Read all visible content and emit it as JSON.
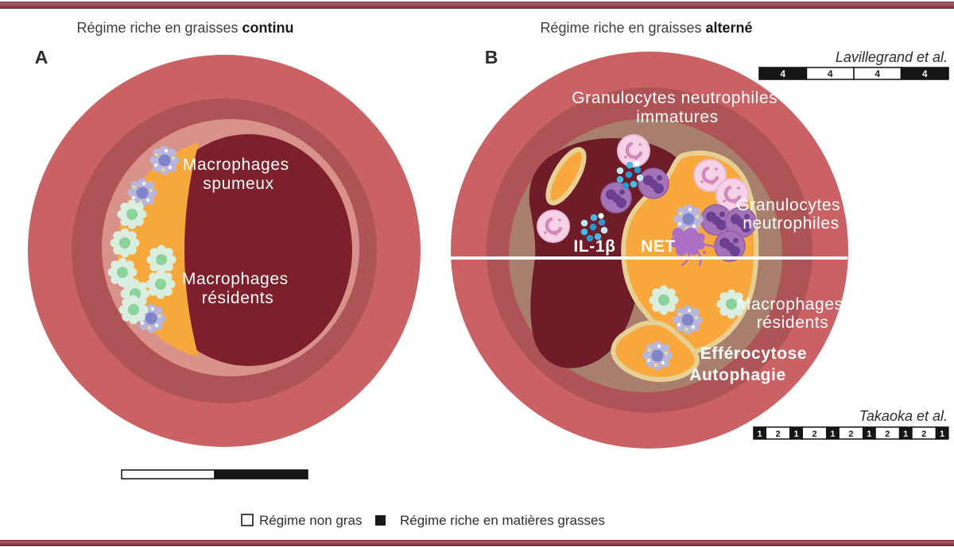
{
  "figure": {
    "title_a": {
      "prefix": "Régime riche en graisses ",
      "bold": "continu"
    },
    "title_b": {
      "prefix": "Régime riche en graisses ",
      "bold": "alterné"
    },
    "panel_a_letter": "A",
    "panel_b_letter": "B"
  },
  "panel_a": {
    "label_foamy": {
      "line1": "Macrophages",
      "line2": "spumeux"
    },
    "label_resident": {
      "line1": "Macrophages",
      "line2": "résidents"
    },
    "scale_bar": {
      "segments": [
        {
          "fill": "white"
        },
        {
          "fill": "black"
        }
      ]
    }
  },
  "panel_b": {
    "label_immature": {
      "line1": "Granulocytes neutrophiles",
      "line2": "immatures"
    },
    "label_granulocytes": {
      "line1": "Granulocytes",
      "line2": "neutrophiles"
    },
    "label_il1b": "IL-1β",
    "label_net": "NET",
    "label_resident": {
      "line1": "Macrophages",
      "line2": "résidents"
    },
    "label_efferocytose": "Efférocytose",
    "label_autophagie": "Autophagie",
    "citation_top": "Lavillegrand et al.",
    "citation_bottom": "Takaoka et al.",
    "bar_lavillegrand": {
      "segments": [
        {
          "label": "4",
          "fill": "black"
        },
        {
          "label": "4",
          "fill": "white"
        },
        {
          "label": "4",
          "fill": "white"
        },
        {
          "label": "4",
          "fill": "black"
        }
      ]
    },
    "bar_takaoka": {
      "segments": [
        {
          "label": "1",
          "fill": "black"
        },
        {
          "label": "2",
          "fill": "white"
        },
        {
          "label": "1",
          "fill": "black"
        },
        {
          "label": "2",
          "fill": "white"
        },
        {
          "label": "1",
          "fill": "black"
        },
        {
          "label": "2",
          "fill": "white"
        },
        {
          "label": "1",
          "fill": "black"
        },
        {
          "label": "2",
          "fill": "white"
        },
        {
          "label": "1",
          "fill": "black"
        },
        {
          "label": "2",
          "fill": "white"
        },
        {
          "label": "1",
          "fill": "black"
        }
      ]
    }
  },
  "legend": {
    "items": [
      {
        "swatch": "white",
        "label": "Régime non gras"
      },
      {
        "swatch": "black",
        "label": "Régime riche en matières grasses"
      }
    ]
  },
  "colors": {
    "rule": "#8a3a47",
    "vessel_outer_ring": "#ca6165",
    "vessel_media_ring": "#ae5457",
    "intima_pink": "#d9928a",
    "lumen_a": "#7e202c",
    "lumen_b": "#6e1c27",
    "plaque_orange": "#f7a83c",
    "plaque_border_khaki": "#e6d095",
    "media_brown_b": "#a87e6c",
    "macrophage_resident_green": "#8bd29b",
    "macrophage_foamy_purple": "#7f85c8",
    "neutrophil_purple": "#a571b7",
    "neutrophil_immature_pink": "#f6d2e7",
    "il1b_blue": "#49b9e6",
    "net_purple": "#ab70c3",
    "label_white": "#ffffff"
  }
}
